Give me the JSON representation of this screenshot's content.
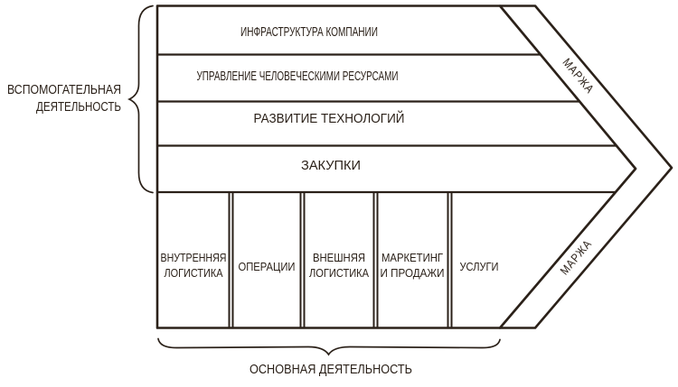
{
  "diagram": {
    "support_group_label": {
      "line1": "ВСПОМОГАТЕЛЬНАЯ",
      "line2": "ДЕЯТЕЛЬНОСТЬ"
    },
    "primary_group_label": "ОСНОВНАЯ ДЕЯТЕЛЬНОСТЬ",
    "support_activities": [
      "ИНФРАСТРУКТУРА КОМПАНИИ",
      "УПРАВЛЕНИЕ ЧЕЛОВЕЧЕСКИМИ РЕСУРСАМИ",
      "РАЗВИТИЕ ТЕХНОЛОГИЙ",
      "ЗАКУПКИ"
    ],
    "primary_activities": [
      {
        "lines": [
          "ВНУТРЕННЯЯ",
          "ЛОГИСТИКА"
        ]
      },
      {
        "lines": [
          "ОПЕРАЦИИ"
        ]
      },
      {
        "lines": [
          "ВНЕШНЯЯ",
          "ЛОГИСТИКА"
        ]
      },
      {
        "lines": [
          "МАРКЕТИНГ",
          "И ПРОДАЖИ"
        ]
      },
      {
        "lines": [
          "УСЛУГИ"
        ]
      }
    ],
    "margin_labels": {
      "top": "МАРЖА",
      "bottom": "МАРЖА"
    },
    "colors": {
      "ink": "#2b2119",
      "background": "#ffffff"
    }
  }
}
